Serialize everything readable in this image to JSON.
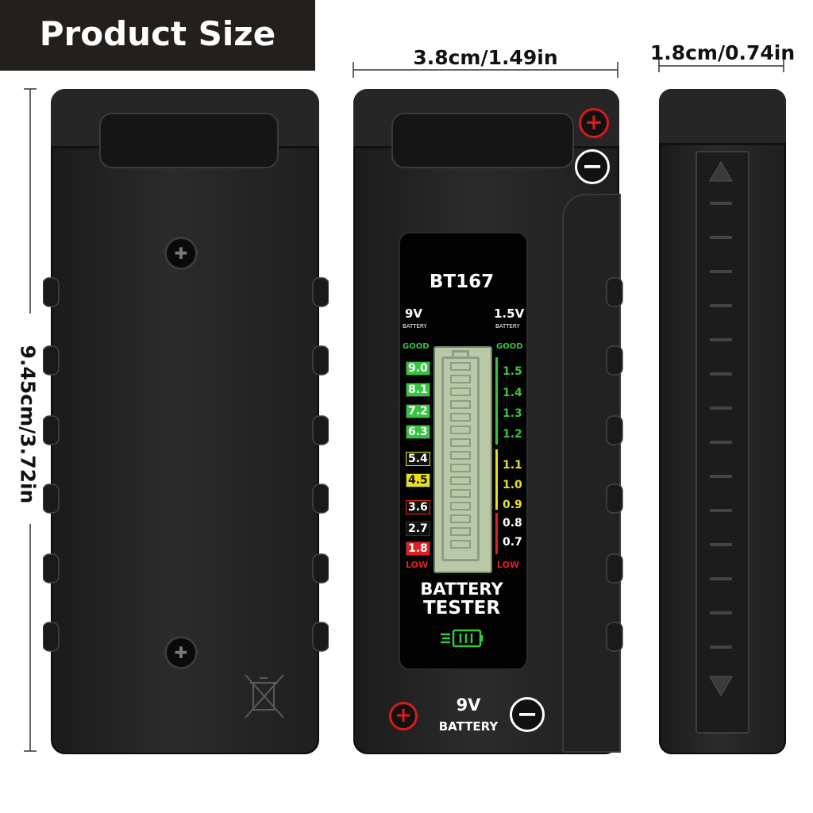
{
  "header": {
    "title": "Product Size"
  },
  "dimensions": {
    "width": "3.8cm/1.49in",
    "depth": "1.8cm/0.74in",
    "height": "9.45cm/3.72in"
  },
  "device": {
    "model": "BT167",
    "left_scale": {
      "voltage": "9V",
      "unit_label": "BATTERY",
      "good_label": "GOOD",
      "low_label": "LOW",
      "values": [
        "9.0",
        "8.1",
        "7.2",
        "6.3",
        "5.4",
        "4.5",
        "3.6",
        "2.7",
        "1.8"
      ]
    },
    "right_scale": {
      "voltage": "1.5V",
      "unit_label": "BATTERY",
      "good_label": "GOOD",
      "low_label": "LOW",
      "values": [
        "1.5",
        "1.4",
        "1.3",
        "1.2",
        "1.1",
        "1.0",
        "0.9",
        "0.8",
        "0.7"
      ]
    },
    "title_line1": "BATTERY",
    "title_line2": "TESTER",
    "bottom_voltage": "9V",
    "bottom_label": "BATTERY",
    "plus_symbol": "+",
    "minus_symbol": "−"
  },
  "colors": {
    "good": "#35c640",
    "medium": "#e8e21c",
    "low": "#e02020",
    "polarity_plus": "#d81b1b",
    "polarity_minus": "#ffffff"
  },
  "icons": [
    "screw-icon",
    "recycle-bin-crossed-icon",
    "battery-charging-icon",
    "arrow-up-icon",
    "arrow-down-icon"
  ]
}
